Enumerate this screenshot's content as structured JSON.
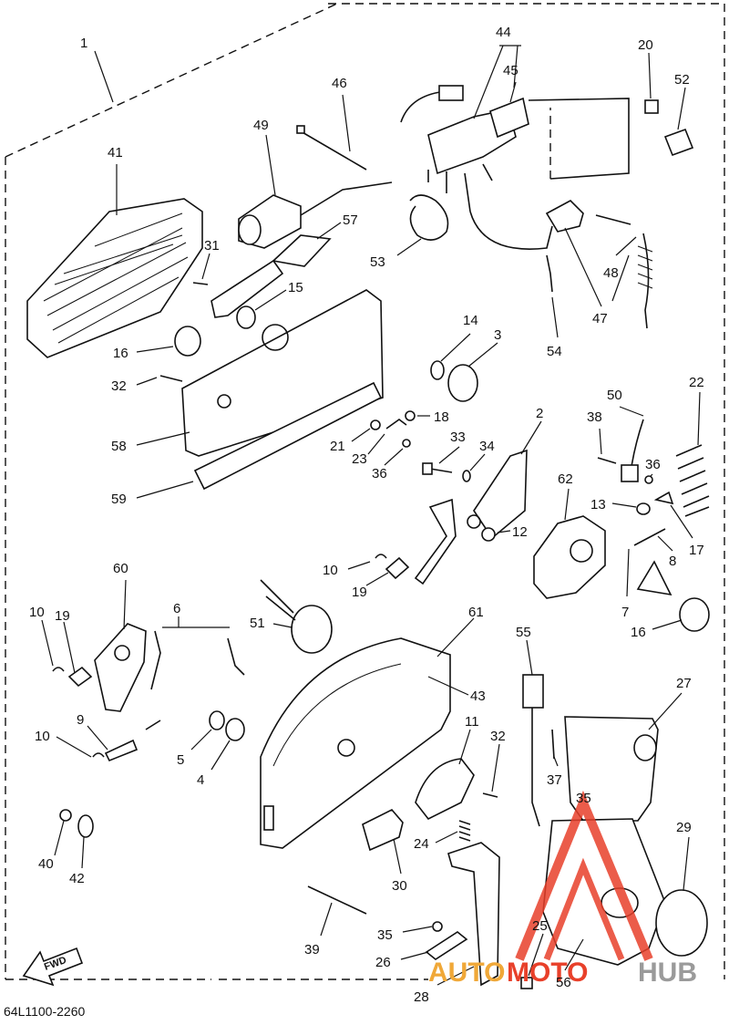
{
  "diagram_code": "64L1100-2260",
  "direction_label": "FWD",
  "watermark": {
    "word_1": "AUTO",
    "word_2": "MOTO",
    "word_3": "HUB",
    "color_1": "#f0a838",
    "color_2": "#e8402a",
    "color_3": "#9a9a9a"
  },
  "callouts": {
    "c1": "1",
    "c2": "2",
    "c3": "3",
    "c4": "4",
    "c5": "5",
    "c6": "6",
    "c7": "7",
    "c8": "8",
    "c9": "9",
    "c10a": "10",
    "c10b": "10",
    "c10c": "10",
    "c11": "11",
    "c12": "12",
    "c13": "13",
    "c14": "14",
    "c15": "15",
    "c16a": "16",
    "c16b": "16",
    "c17": "17",
    "c18": "18",
    "c19a": "19",
    "c19b": "19",
    "c20": "20",
    "c21": "21",
    "c22": "22",
    "c23": "23",
    "c24": "24",
    "c25": "25",
    "c26": "26",
    "c27": "27",
    "c28": "28",
    "c29": "29",
    "c30": "30",
    "c31": "31",
    "c32a": "32",
    "c32b": "32",
    "c33": "33",
    "c34": "34",
    "c35a": "35",
    "c35b": "35",
    "c36a": "36",
    "c36b": "36",
    "c37": "37",
    "c38": "38",
    "c39": "39",
    "c40": "40",
    "c41": "41",
    "c42": "42",
    "c43": "43",
    "c44": "44",
    "c45": "45",
    "c46": "46",
    "c47": "47",
    "c48": "48",
    "c49": "49",
    "c50": "50",
    "c51": "51",
    "c52": "52",
    "c53": "53",
    "c54": "54",
    "c55": "55",
    "c56": "56",
    "c57": "57",
    "c58": "58",
    "c59": "59",
    "c60": "60",
    "c61": "61",
    "c62": "62"
  }
}
